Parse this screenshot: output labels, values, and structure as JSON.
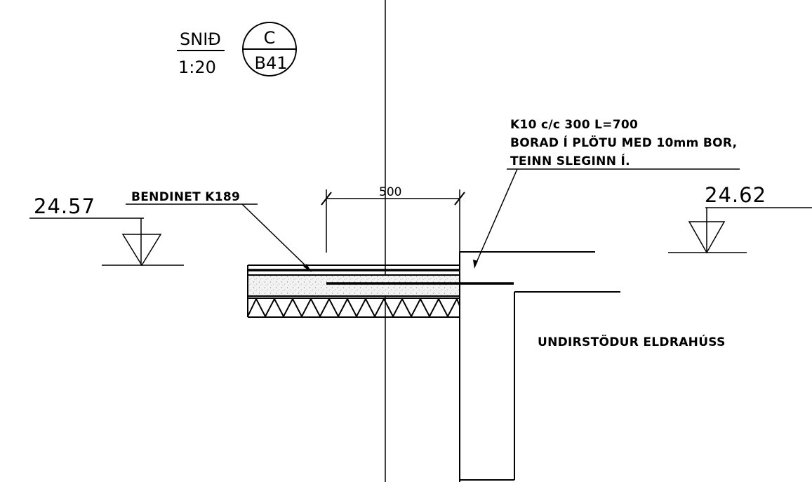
{
  "section_mark": {
    "title": "SNIÐ",
    "scale": "1:20",
    "section_letter": "C",
    "sheet_ref": "B41"
  },
  "levels": {
    "left": "24.57",
    "right": "24.62"
  },
  "dimension": {
    "value": "500"
  },
  "labels": {
    "mesh": "BENDINET K189",
    "rebar_line1": "K10 c/c 300 L=700",
    "rebar_line2": "BORAD Í PLÖTU MED 10mm BOR,",
    "rebar_line3": "TEINN SLEGINN Í.",
    "foundation": "UNDIRSTÖDUR ELDRAHÚSS"
  }
}
